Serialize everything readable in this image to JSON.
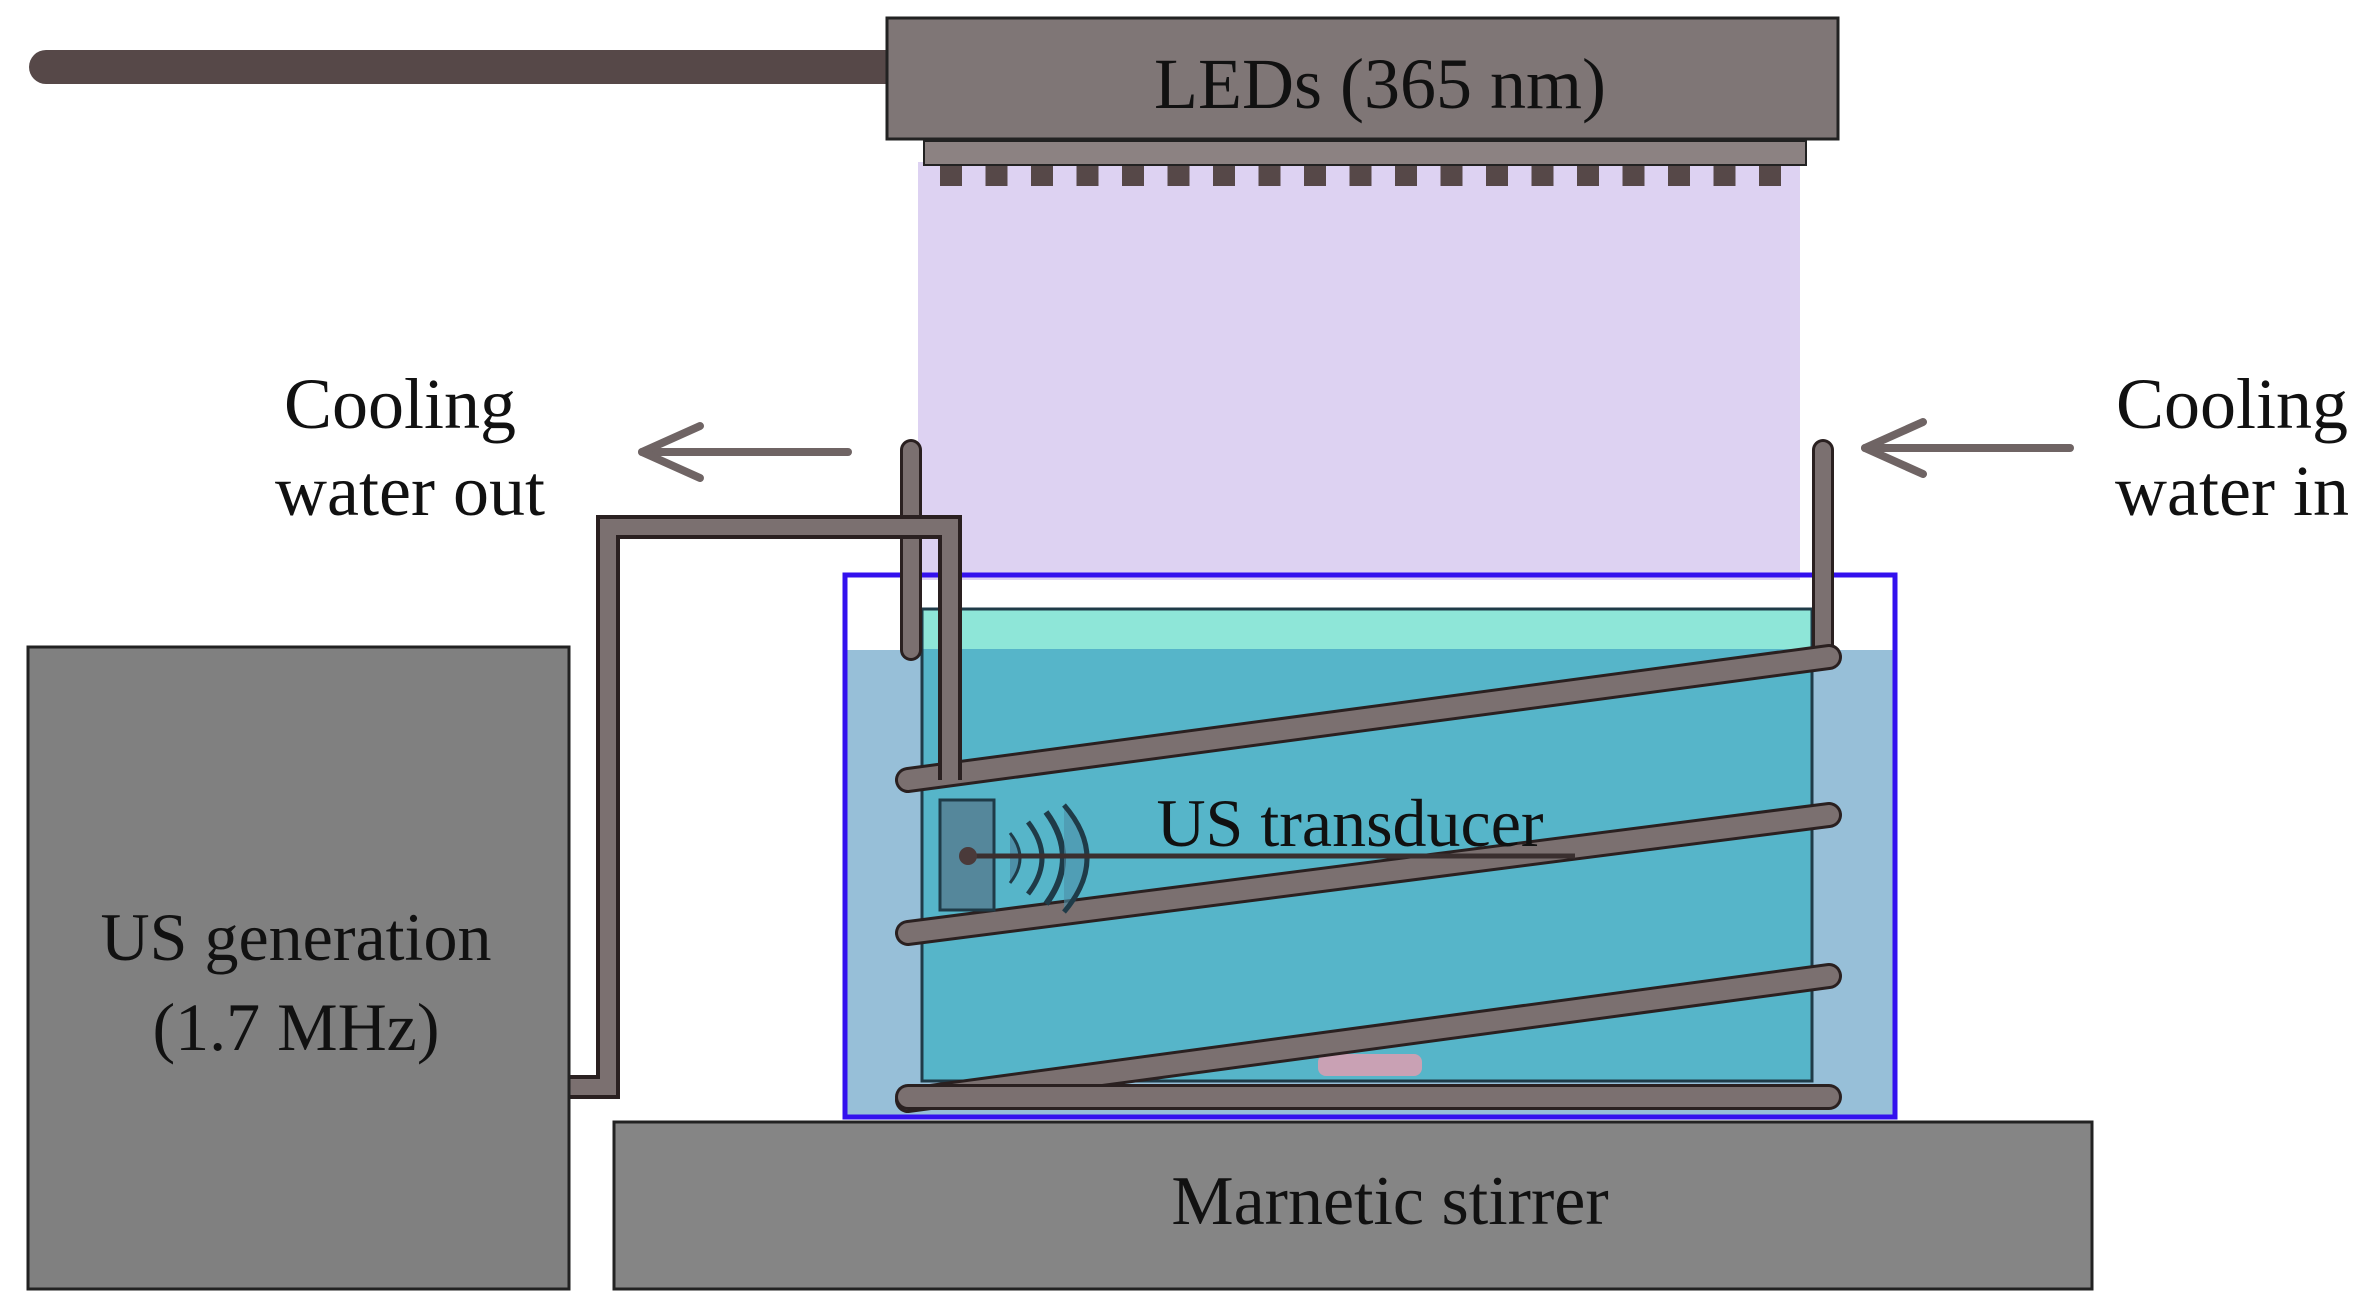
{
  "labels": {
    "leds": "LEDs (365 nm)",
    "cooling_out_line1": "Cooling",
    "cooling_out_line2": "water out",
    "cooling_in_line1": "Cooling",
    "cooling_in_line2": "water in",
    "us_generation_line1": "US generation",
    "us_generation_line2": "(1.7 MHz)",
    "us_transducer": "US transducer",
    "stirrer": "Marnetic stirrer"
  },
  "colors": {
    "led_housing": "#7f7676",
    "led_arm": "#564848",
    "uv_light": "#ddd2f2",
    "bath_outline": "#3311ee",
    "bath_water": "#97bfd8",
    "reactor_liquid": "#56b5c9",
    "reactor_headspace": "#8ee6d8",
    "coil": "#7b7070",
    "generator": "#808080",
    "stirrer": "#858585"
  }
}
